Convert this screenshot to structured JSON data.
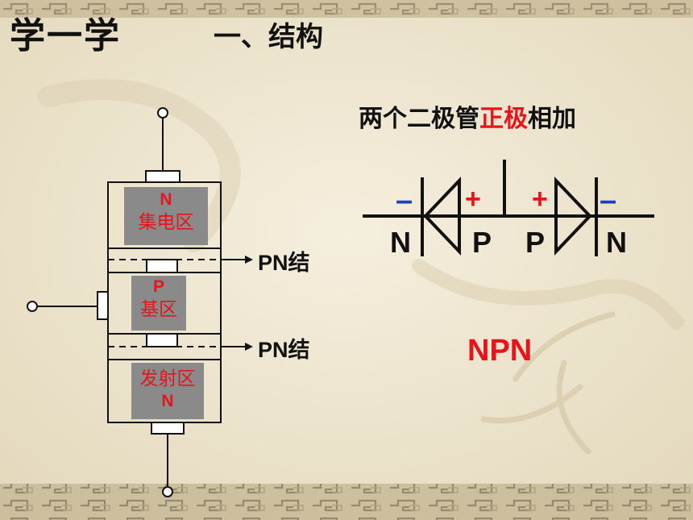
{
  "slide": {
    "title_left": "学一学",
    "title_right": "一、结构",
    "diode_heading_before": "两个二极管",
    "diode_heading_accent": "正极",
    "diode_heading_after": "相加",
    "npn_label": "NPN",
    "colors": {
      "accent_red": "#e8141c",
      "minus_blue": "#1a3fc4",
      "region_gray": "#8a8a8a"
    }
  },
  "transistor": {
    "junction_labels": [
      "PN结",
      "PN结"
    ],
    "regions": [
      {
        "letter": "N",
        "name": "集电区"
      },
      {
        "letter": "P",
        "name": "基区"
      },
      {
        "letter": "N",
        "name": "发射区"
      }
    ]
  },
  "diodes": {
    "left_minus": "–",
    "left_plus": "+",
    "right_plus": "+",
    "right_minus": "–",
    "letters": [
      "N",
      "P",
      "P",
      "N"
    ]
  }
}
